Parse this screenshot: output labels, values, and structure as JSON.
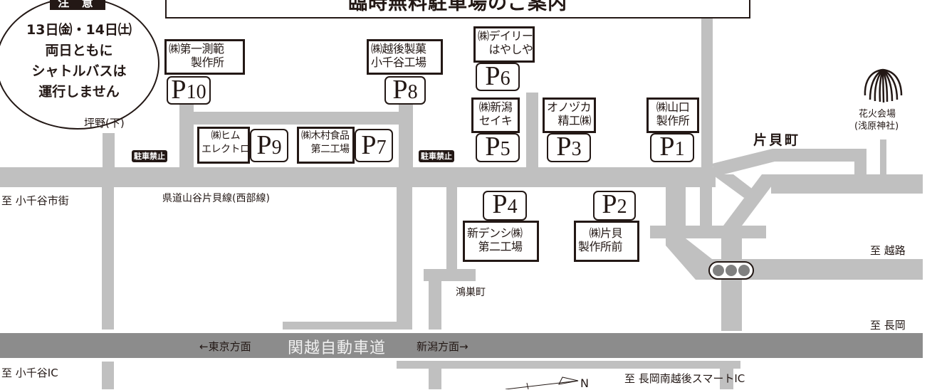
{
  "title": "臨時無料駐車場のご案内",
  "notice": {
    "label": "注 意",
    "lines": [
      "13日㈮・14日㈯",
      "両日ともに",
      "シャトルバスは",
      "運行しません"
    ]
  },
  "parking": [
    {
      "p": "P",
      "n": "10",
      "name": "㈱第一測範\n　　製作所"
    },
    {
      "p": "P",
      "n": "8",
      "name": "㈱越後製菓\n小千谷工場"
    },
    {
      "p": "P",
      "n": "6",
      "name": "㈱デイリー\n　はやしや"
    },
    {
      "p": "P",
      "n": "5",
      "name": "㈱新潟\nセイキ"
    },
    {
      "p": "P",
      "n": "3",
      "name": "オノヅカ\n　精工㈱"
    },
    {
      "p": "P",
      "n": "1",
      "name": "㈱山口\n製作所"
    },
    {
      "p": "P",
      "n": "9",
      "name": "　㈱ヒム\nエレクトロ"
    },
    {
      "p": "P",
      "n": "7",
      "name": "㈱木村食品\n　第二工場"
    },
    {
      "p": "P",
      "n": "4",
      "name": "新デンシ㈱\n　第二工場"
    },
    {
      "p": "P",
      "n": "2",
      "name": "　㈱片貝\n製作所前"
    }
  ],
  "no_parking": "駐車禁止",
  "places": {
    "tsubono": "坪野(下)",
    "katakai": "片貝町",
    "venue": "花火会場",
    "venue_sub": "(浅原神社)",
    "to_ojiya_city": "至 小千谷市街",
    "prefectural_road": "県道山谷片貝線(西部線)",
    "konosu": "鴻巣町",
    "to_koshiji": "至 越路",
    "to_nagaoka": "至 長岡",
    "to_ojiya_ic": "至 小千谷IC",
    "to_smart_ic": "至 長岡南越後スマートIC",
    "north": "N"
  },
  "highway": {
    "name": "関越自動車道",
    "west": "←東京方面",
    "east": "新潟方面→"
  },
  "colors": {
    "road": "#c0c0c0",
    "highway": "#8c8c8c",
    "ink": "#231815",
    "signal": "#808080"
  }
}
